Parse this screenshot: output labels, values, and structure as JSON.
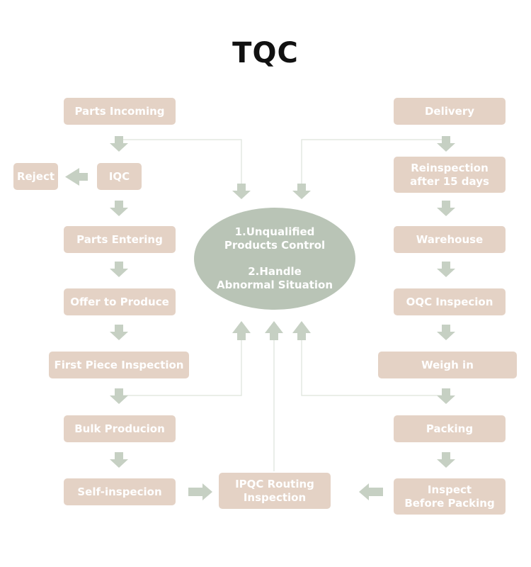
{
  "title": "TQC",
  "center": {
    "line1": "1.Unqualified",
    "line2": "Products Control",
    "line3": "2.Handle",
    "line4": "Abnormal Situation"
  },
  "left_column": {
    "parts_incoming": "Parts Incoming",
    "reject": "Reject",
    "iqc": "IQC",
    "parts_entering": "Parts Entering",
    "offer_to_produce": "Offer to Produce",
    "first_piece_inspection": "First Piece Inspection",
    "bulk_production": "Bulk Producion",
    "self_inspection": "Self-inspecion"
  },
  "bottom_middle": {
    "line1": "IPQC Routing",
    "line2": "Inspection"
  },
  "right_column": {
    "delivery": "Delivery",
    "reinspection_line1": "Reinspection",
    "reinspection_line2": "after 15 days",
    "warehouse": "Warehouse",
    "oqc_inspection": "OQC Inspecion",
    "weigh_in": "Weigh in",
    "packing": "Packing",
    "inspect_line1": "Inspect",
    "inspect_line2": "Before Packing"
  },
  "colors": {
    "box_fill": "#e4d2c5",
    "ellipse_fill": "#b9c4b6",
    "arrow_fill": "#c6d0c3",
    "connector": "#dde3da"
  }
}
